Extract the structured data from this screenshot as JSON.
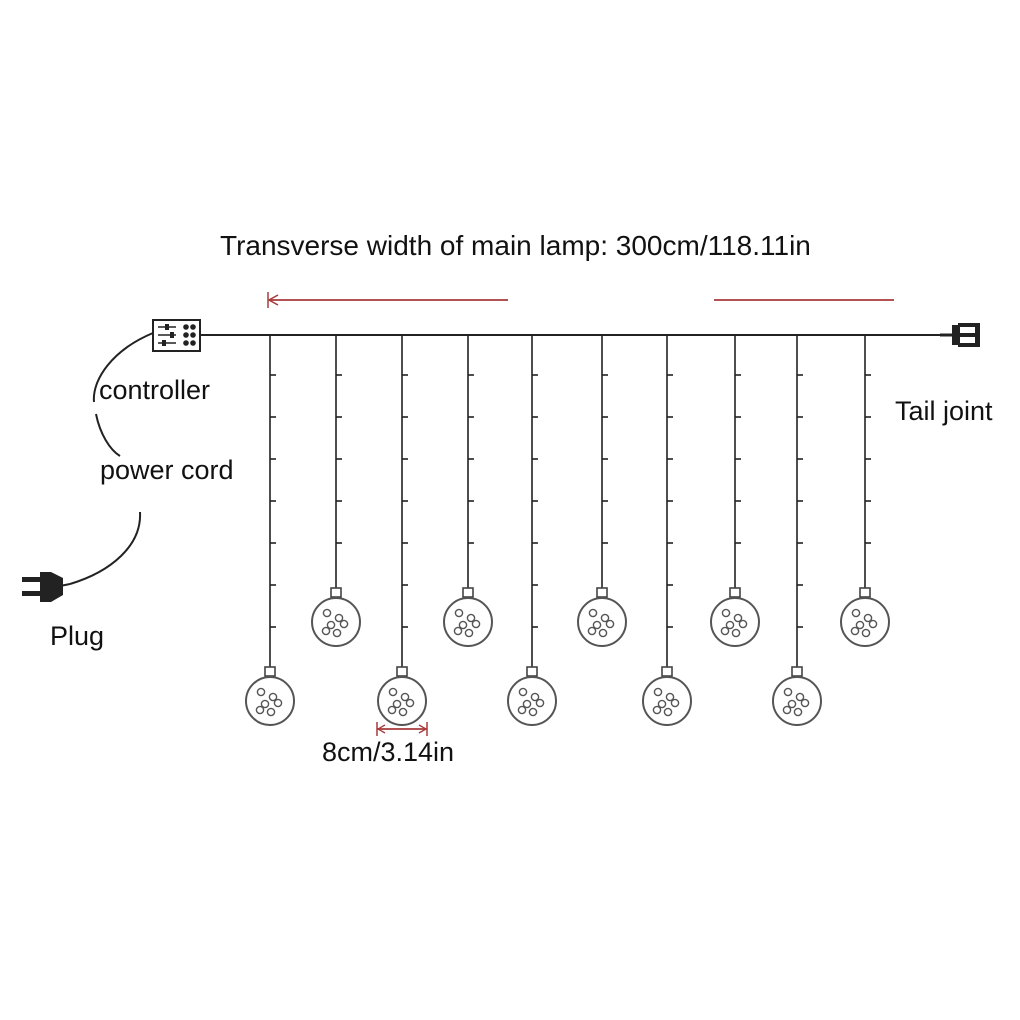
{
  "labels": {
    "title": "Transverse width of main lamp: 300cm/118.11in",
    "controller": "controller",
    "power_cord": "power cord",
    "plug": "Plug",
    "tail_joint": "Tail joint",
    "ball_size": "8cm/3.14in"
  },
  "colors": {
    "line": "#222222",
    "dimension": "#a83a3a",
    "text": "#111111",
    "ball_outline": "#555555"
  },
  "icons": {
    "controller": "controller-box-icon",
    "plug": "plug-icon",
    "tail_joint": "tail-connector-icon",
    "lamp": "ball-lamp-icon"
  },
  "lamps": {
    "strand_count": 10,
    "pattern": "alternating long/short strands, 10 ball lamps"
  }
}
